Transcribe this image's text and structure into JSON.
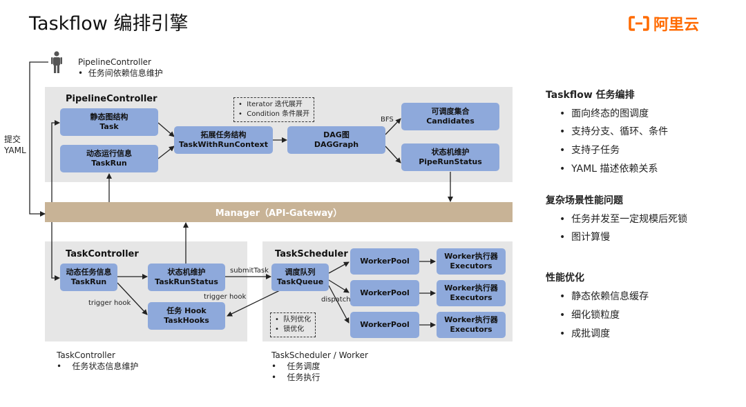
{
  "title": "Taskflow 编排引擎",
  "logo": {
    "text": "阿里云",
    "color": "#FF6A00"
  },
  "submit_label": [
    "提交",
    "YAML"
  ],
  "pipeline_note": {
    "name": "PipelineController",
    "item": "任务间依赖信息维护"
  },
  "pipeline_panel": {
    "title": "PipelineController",
    "boxes": {
      "static_graph": [
        "静态图结构",
        "Task"
      ],
      "dynamic_info": [
        "动态运行信息",
        "TaskRun"
      ],
      "expand": [
        "拓展任务结构",
        "TaskWithRunContext"
      ],
      "dag": [
        "DAG图",
        "DAGGraph"
      ],
      "candidates": [
        "可调度集合",
        "Candidates"
      ],
      "pipe_status": [
        "状态机维护",
        "PipeRunStatus"
      ]
    },
    "expand_notes": [
      "Iterator 迭代展开",
      "Condition 条件展开"
    ],
    "bfs_label": "BFS"
  },
  "manager": {
    "label": "Manager（API-Gateway）"
  },
  "task_panel": {
    "title": "TaskController",
    "boxes": {
      "dynamic_task": [
        "动态任务信息",
        "TaskRun"
      ],
      "task_status": [
        "状态机维护",
        "TaskRunStatus"
      ],
      "hooks": [
        "任务 Hook",
        "TaskHooks"
      ]
    },
    "trigger_hook_left": "trigger hook"
  },
  "scheduler_panel": {
    "title": "TaskScheduler",
    "boxes": {
      "queue": [
        "调度队列",
        "TaskQueue"
      ],
      "pools": [
        "WorkerPool",
        "WorkerPool",
        "WorkerPool"
      ],
      "executors": [
        [
          "Worker执行器",
          "Executors"
        ],
        [
          "Worker执行器",
          "Executors"
        ],
        [
          "Worker执行器",
          "Executors"
        ]
      ]
    },
    "opt_notes": [
      "队列优化",
      "锁优化"
    ],
    "dispatch_label": "dispatch",
    "trigger_hook_right": "trigger hook",
    "submit_task_label": "submitTask"
  },
  "task_note": {
    "name": "TaskController",
    "items": [
      "任务状态信息维护"
    ]
  },
  "scheduler_note": {
    "name": "TaskScheduler / Worker",
    "items": [
      "任务调度",
      "任务执行"
    ]
  },
  "side": {
    "sections": [
      {
        "heading": "Taskflow 任务编排",
        "items": [
          "面向终态的图调度",
          "支持分支、循环、条件",
          "支持子任务",
          "YAML 描述依赖关系"
        ]
      },
      {
        "heading": "复杂场景性能问题",
        "items": [
          "任务并发至一定规模后死锁",
          "图计算慢"
        ]
      },
      {
        "heading": "性能优化",
        "items": [
          "静态依赖信息缓存",
          "细化锁粒度",
          "成批调度"
        ]
      }
    ]
  },
  "colors": {
    "box": "#8EA9DB",
    "panel": "#E6E6E6",
    "manager": "#C8B396",
    "accent": "#FF6A00"
  }
}
